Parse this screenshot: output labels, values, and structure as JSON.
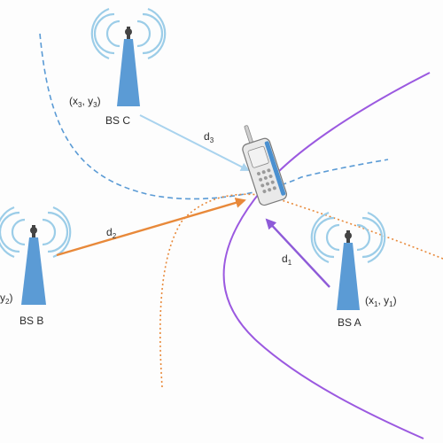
{
  "stations": {
    "c": {
      "name": "BS C",
      "coord_x": "x",
      "sub1": "3",
      "coord_y": "y",
      "sub2": "3"
    },
    "b": {
      "name": "BS B",
      "coord_y": "y",
      "sub2": "2"
    },
    "a": {
      "name": "BS A",
      "coord_x": "x",
      "sub1": "1",
      "coord_y": "y",
      "sub2": "1"
    }
  },
  "distances": {
    "d1": {
      "letter": "d",
      "sub": "1"
    },
    "d2": {
      "letter": "d",
      "sub": "2"
    },
    "d3": {
      "letter": "d",
      "sub": "3"
    }
  },
  "colors": {
    "tower": "#5b9bd5",
    "waves": "#9ccde8",
    "arrow_c": "#a9d3ee",
    "arrow_b": "#e8893a",
    "arrow_a": "#8e5bd8",
    "hyperbola_blue": "#5b9bd5",
    "hyperbola_orange": "#e8893a",
    "hyperbola_purple": "#9b59e0"
  }
}
